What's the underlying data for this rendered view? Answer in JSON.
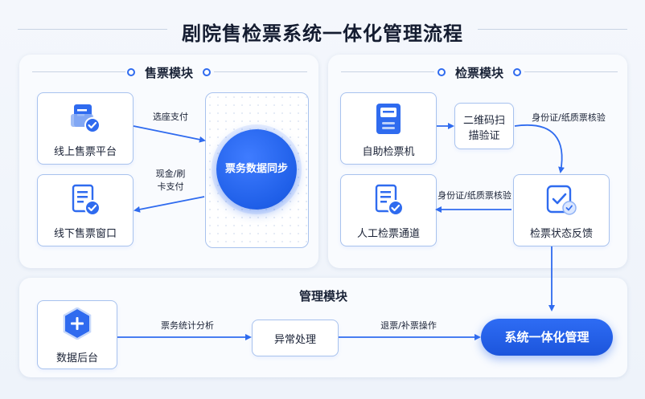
{
  "title": "剧院售检票系统一体化管理流程",
  "colors": {
    "accent": "#2f6bef",
    "card_border": "#a8c2ee",
    "text": "#1a2236"
  },
  "ticket_sales": {
    "title": "售票模块",
    "online": {
      "label": "线上售票平台",
      "icon": "online-ticket-icon"
    },
    "offline": {
      "label": "线下售票窗口",
      "icon": "document-check-icon"
    },
    "sync": {
      "label": "票务数据同步"
    },
    "edge_online": "选座支付",
    "edge_offline": [
      "现金/刷",
      "卡支付"
    ]
  },
  "ticket_check": {
    "title": "检票模块",
    "machine": {
      "label": "自助检票机",
      "icon": "kiosk-icon"
    },
    "qr": {
      "label": [
        "二维码扫",
        "描验证"
      ]
    },
    "status": {
      "label": "检票状态反馈",
      "icon": "status-check-icon"
    },
    "manual": {
      "label": "人工检票通道",
      "icon": "document-check-icon"
    },
    "edge_qr_status": "身份证/纸质票核验",
    "edge_status_manual": "身份证/纸质票核验"
  },
  "management": {
    "title": "管理模块",
    "backend": {
      "label": "数据后台",
      "icon": "plus-hexagon-icon"
    },
    "exception": {
      "label": "异常处理"
    },
    "integrated": {
      "label": "系统一体化管理"
    },
    "edge_stats": "票务统计分析",
    "edge_refund": "退票/补票操作"
  }
}
